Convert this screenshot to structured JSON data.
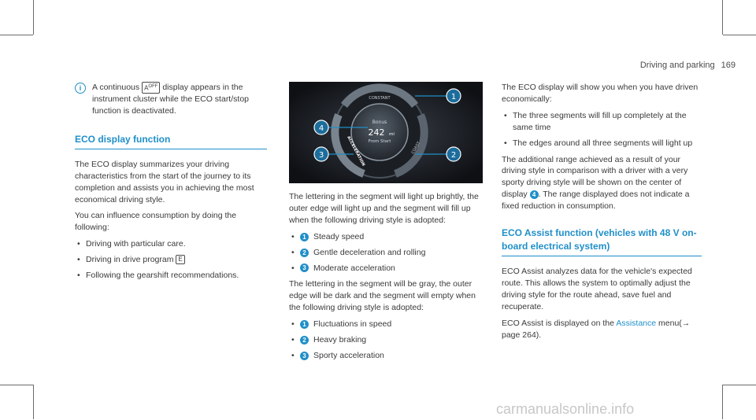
{
  "header": {
    "section": "Driving and parking",
    "page_number": "169"
  },
  "col1": {
    "note_icon": "info-icon",
    "note_pre": "A continuous",
    "note_post": "display appears in the instrument cluster while the ECO start/stop function is deactivated.",
    "heading": "ECO display function",
    "p1": "The ECO display summarizes your driving characteristics from the start of the journey to its completion and assists you in achieving the most economical driving style.",
    "p2": "You can influence consumption by doing the following:",
    "bullets": [
      "Driving with particular care.",
      "Driving in drive program",
      "Following the gearshift recommendations."
    ],
    "program_badge": "E"
  },
  "figure": {
    "constant_label": "CONSTANT",
    "acceleration_label": "ACCELERATION",
    "coast_label": "COAST",
    "bonus_label": "Bonus",
    "bonus_value": "242",
    "bonus_unit": "mi",
    "bonus_sub": "From Start",
    "callouts": [
      "1",
      "2",
      "3",
      "4"
    ]
  },
  "col2": {
    "p1": "The lettering in the segment will light up brightly, the outer edge will light up and the segment will fill up when the following driving style is adopted:",
    "list1": [
      {
        "n": "1",
        "t": "Steady speed"
      },
      {
        "n": "2",
        "t": "Gentle deceleration and rolling"
      },
      {
        "n": "3",
        "t": "Moderate acceleration"
      }
    ],
    "p2": "The lettering in the segment will be gray, the outer edge will be dark and the segment will empty when the following driving style is adopted:",
    "list2": [
      {
        "n": "1",
        "t": "Fluctuations in speed"
      },
      {
        "n": "2",
        "t": "Heavy braking"
      },
      {
        "n": "3",
        "t": "Sporty acceleration"
      }
    ]
  },
  "col3": {
    "p1": "The ECO display will show you when you have driven economically:",
    "bullets": [
      "The three segments will fill up completely at the same time",
      "The edges around all three segments will light up"
    ],
    "p2_pre": "The additional range achieved as a result of your driving style in comparison with a driver with a very sporty driving style will be shown on the center of display",
    "p2_num": "4",
    "p2_post": ". The range displayed does not indicate a fixed reduction in consumption.",
    "heading": "ECO Assist function (vehicles with 48 V on-board electrical system)",
    "p3": "ECO Assist analyzes data for the vehicle's expected route. This allows the system to optimally adjust the driving style for the route ahead, save fuel and recuperate.",
    "p4_pre": "ECO Assist is displayed on the",
    "p4_link": "Assistance",
    "p4_post": "menu(→ page 264)."
  },
  "watermark": "carmanualsonline.info"
}
